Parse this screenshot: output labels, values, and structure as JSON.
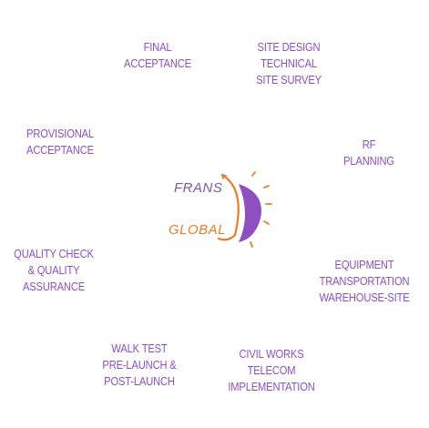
{
  "logo": {
    "word_top": "FRANS",
    "word_bottom": "GLOBAL",
    "accent_purple": "#8e4fc0",
    "accent_orange": "#e87d2a"
  },
  "steps": {
    "final_acceptance": [
      "FINAL",
      "ACCEPTANCE"
    ],
    "site_design": [
      "SITE DESIGN",
      "TECHNICAL",
      "SITE SURVEY"
    ],
    "rf_planning": [
      "RF",
      "PLANNING"
    ],
    "equipment": [
      "EQUIPMENT",
      "TRANSPORTATION",
      "WAREHOUSE-SITE"
    ],
    "civil_works": [
      "CIVIL WORKS",
      "TELECOM",
      "IMPLEMENTATION"
    ],
    "walk_test": [
      "WALK TEST",
      "PRE-LAUNCH &",
      "POST-LAUNCH"
    ],
    "quality_check": [
      "QUALITY CHECK",
      "& QUALITY",
      "ASSURANCE"
    ],
    "provisional_acceptance": [
      "PROVISIONAL",
      "ACCEPTANCE"
    ]
  }
}
